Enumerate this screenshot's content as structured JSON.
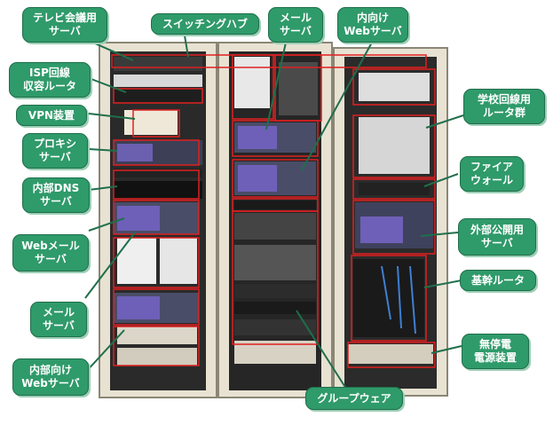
{
  "colors": {
    "label_bg": "#2f9a6a",
    "leader_line": "#1f6f4b",
    "highlight_box": "#e02020"
  },
  "labels": {
    "tv_conference_server": "テレビ会議用\nサーバ",
    "switching_hub": "スイッチングハブ",
    "mail_server_top": "メール\nサーバ",
    "internal_web_server_top": "内向け\nWebサーバ",
    "isp_router": "ISP回線\n収容ルータ",
    "vpn_device": "VPN装置",
    "school_routers": "学校回線用\nルータ群",
    "proxy_server": "プロキシ\nサーバ",
    "firewall": "ファイア\nウォール",
    "internal_dns_server": "内部DNS\nサーバ",
    "webmail_server": "Webメール\nサーバ",
    "external_public_server": "外部公開用\nサーバ",
    "core_router": "基幹ルータ",
    "mail_server_bottom": "メール\nサーバ",
    "ups": "無停電\n電源装置",
    "internal_web_server_bottom": "内部向け\nWebサーバ",
    "groupware": "グループウェア"
  }
}
